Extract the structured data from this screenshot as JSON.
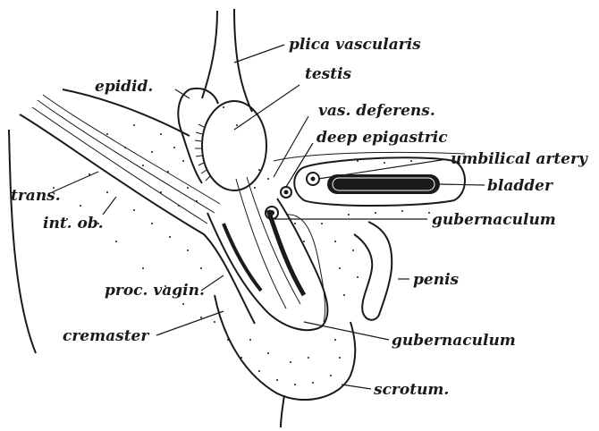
{
  "labels": {
    "plica_vascularis": "plica vascularis",
    "testis": "testis",
    "epidid": "epidid.",
    "vas_deferens": "vas. deferens.",
    "deep_epigastric": "deep epigastric",
    "umbilical_artery": "umbilical artery",
    "bladder": "bladder",
    "trans": "trans.",
    "gubernaculum_upper": "gubernaculum",
    "int_ob": "int. ob.",
    "penis": "penis",
    "proc_vagin": "proc. vagin.",
    "cremaster": "cremaster",
    "gubernaculum_lower": "gubernaculum",
    "scrotum": "scrotum."
  }
}
